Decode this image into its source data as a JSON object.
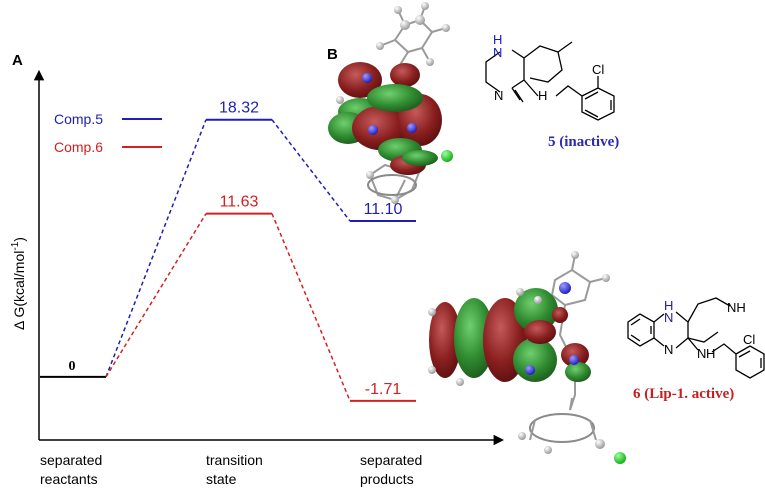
{
  "chart_data": {
    "type": "line",
    "panel_labels": [
      "A",
      "B"
    ],
    "ylabel": "Δ G(kcal/mol",
    "ylabel_sup": "-1",
    "ylabel_close": ")",
    "categories": [
      "separated reactants",
      "transition state",
      "separated products"
    ],
    "category_lines": [
      [
        "separated",
        "reactants"
      ],
      [
        "transition",
        "state"
      ],
      [
        "separated",
        "products"
      ]
    ],
    "baseline_label": "0",
    "series": [
      {
        "name": "Comp.5",
        "color": "#1f1fb5",
        "values": [
          0,
          18.32,
          11.1
        ],
        "labels": [
          "0",
          "18.32",
          "11.10"
        ]
      },
      {
        "name": "Comp.6",
        "color": "#d42020",
        "values": [
          0,
          11.63,
          -1.71
        ],
        "labels": [
          "0",
          "11.63",
          "-1.71"
        ]
      }
    ],
    "ylim": [
      -4.5,
      24
    ]
  },
  "molecules": {
    "compound5": {
      "caption": "5 (inactive)",
      "caption_color": "#2a2ab8",
      "atoms": [
        "H",
        "N",
        "N",
        "H",
        "Cl"
      ]
    },
    "compound6": {
      "caption": "6 (Lip-1. active)",
      "caption_color": "#c42020",
      "atoms": [
        "H",
        "N",
        "NH",
        "N",
        "H",
        "N",
        "Cl"
      ]
    }
  }
}
